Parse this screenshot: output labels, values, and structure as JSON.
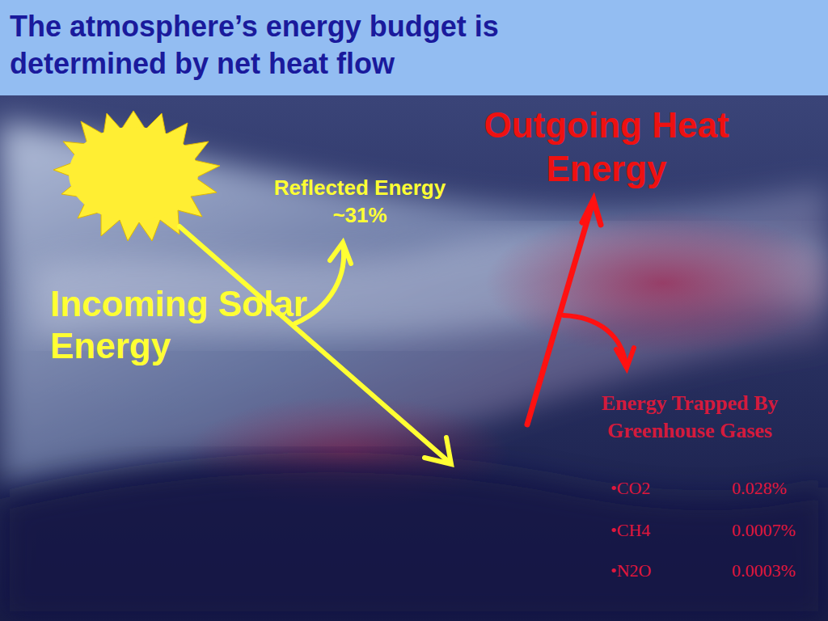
{
  "diagram": {
    "title": "The atmosphere’s energy budget is determined by net heat flow",
    "labels": [
      "Incoming Solar Energy",
      "Reflected Energy",
      "~31%",
      "Outgoing Heat Energy",
      "Energy Trapped By Greenhouse Gases",
      "•CO2",
      "0.028%",
      "•CH4",
      "0.0007%",
      "•N2O",
      "0.0003%"
    ]
  }
}
